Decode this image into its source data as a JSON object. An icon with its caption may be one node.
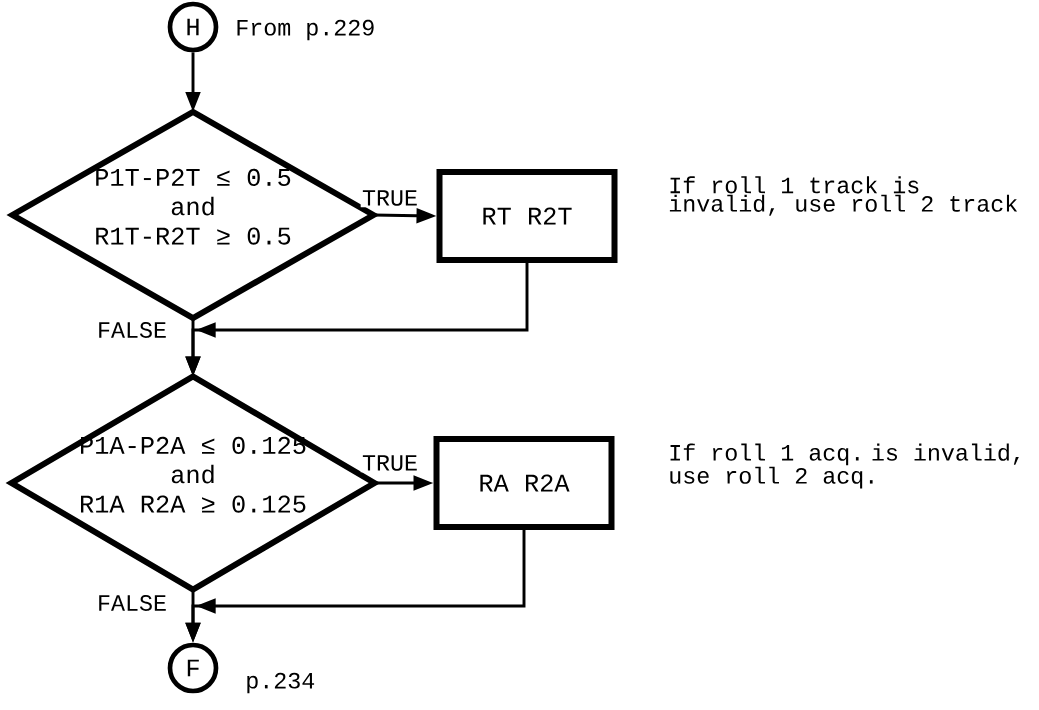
{
  "diagram": {
    "nodes": [
      {
        "text": [
          "H"
        ],
        "beside": [
          "From p.229"
        ]
      },
      {
        "text": [
          "P1T-P2T ≤ 0.5",
          "and",
          "R1T-R2T ≥ 0.5"
        ]
      },
      {
        "text": [
          "RT  R2T"
        ],
        "beside": [
          "If roll 1 track is invalid, use roll 2 track"
        ]
      },
      {
        "text": [
          "P1A-P2A ≤ 0.125",
          "and",
          "R1A R2A ≥ 0.125"
        ]
      },
      {
        "text": [
          "RA  R2A"
        ],
        "beside": [
          "If roll 1 acq. is invalid, use roll 2 acq."
        ]
      },
      {
        "text": [
          "F"
        ],
        "beside": [
          "p.234"
        ]
      }
    ],
    "edges": [
      {
        "from": 0,
        "to": 1,
        "arrow": "to"
      },
      {
        "from": 1,
        "to": 2,
        "arrow": "to",
        "label": "TRUE"
      },
      {
        "from": 1,
        "to": 3,
        "arrow": "to",
        "label": "FALSE"
      },
      {
        "from": 2,
        "to": 3,
        "arrow": "to"
      },
      {
        "from": 3,
        "to": 4,
        "arrow": "to",
        "label": "TRUE"
      },
      {
        "from": 3,
        "to": 5,
        "arrow": "to",
        "label": "FALSE"
      },
      {
        "from": 4,
        "to": 5,
        "arrow": "to"
      }
    ]
  }
}
